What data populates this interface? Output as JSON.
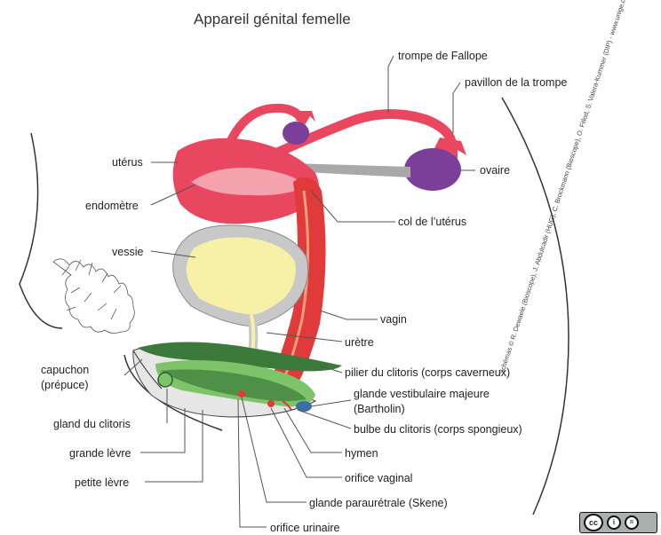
{
  "title": "Appareil génital femelle",
  "labels": {
    "trompe": "trompe de Fallope",
    "pavillon": "pavillon de la trompe",
    "uterus": "utérus",
    "ovaire": "ovaire",
    "endometre": "endomètre",
    "col": "col de l’utérus",
    "vessie": "vessie",
    "vagin": "vagin",
    "uretre": "urètre",
    "pilier": "pilier du clitoris (corps caverneux)",
    "capuchon_1": "capuchon",
    "capuchon_2": "(prépuce)",
    "glande_vest_1": "glande vestibulaire majeure",
    "glande_vest_2": "(Bartholin)",
    "gland": "gland du clitoris",
    "bulbe": "bulbe du clitoris (corps spongieux)",
    "grande_levre": "grande lèvre",
    "hymen": "hymen",
    "orifice_vaginal": "orifice vaginal",
    "petite_levre": "petite lèvre",
    "glande_skene": "glande paraurétrale (Skene)",
    "orifice_urinaire": "orifice urinaire"
  },
  "credit": "Schémas © R. Dewaele (Bioscope), J. Abdulcadir (HUG), C. Brockmann (Bioscope), O. Fillod, S. Valera-Kummer (DIP) - www.unige.ch/ssi",
  "license": {
    "cc": "cc",
    "by": "i",
    "nd": "="
  },
  "colors": {
    "uterus": "#e8475f",
    "ovary": "#7b3f99",
    "bladder_fill": "#f7f1a8",
    "bladder_wall": "#c8c8c8",
    "vagina": "#e03a3a",
    "clitoris_dark": "#3b7a3b",
    "clitoris_light": "#7cc36a",
    "bartholin": "#3a6ea5"
  }
}
